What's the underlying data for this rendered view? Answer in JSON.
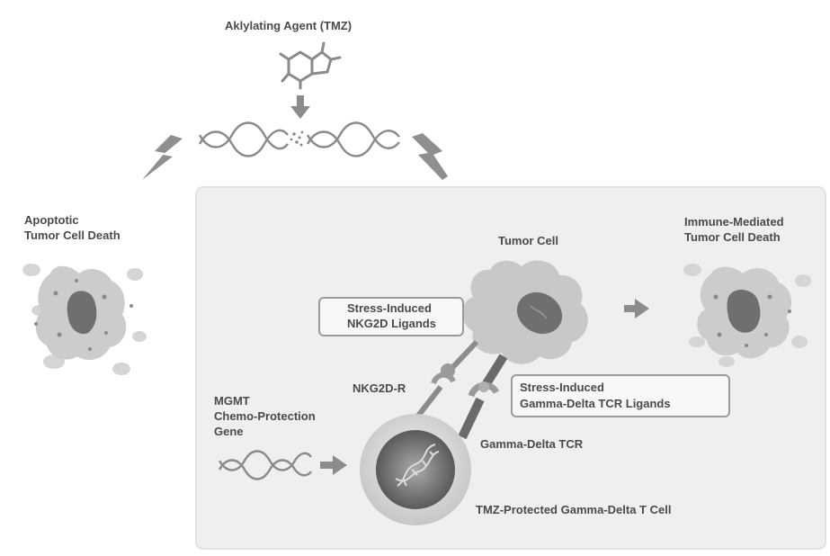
{
  "labels": {
    "agent": "Aklylating Agent (TMZ)",
    "apoptotic_line1": "Apoptotic",
    "apoptotic_line2": "Tumor Cell Death",
    "tumor_cell": "Tumor Cell",
    "immune_line1": "Immune-Mediated",
    "immune_line2": "Tumor Cell Death",
    "nkg2d_box_line1": "Stress-Induced",
    "nkg2d_box_line2": "NKG2D Ligands",
    "nkg2d_r": "NKG2D-R",
    "gd_box_line1": "Stress-Induced",
    "gd_box_line2": "Gamma-Delta TCR Ligands",
    "mgmt_line1": "MGMT",
    "mgmt_line2": "Chemo-Protection",
    "mgmt_line3": "Gene",
    "gd_tcr": "Gamma-Delta TCR",
    "t_cell": "TMZ-Protected Gamma-Delta T Cell"
  },
  "colors": {
    "panel": "#efefef",
    "text": "#4a4a4a",
    "cell": "#c9c9c9",
    "nucleus": "#7a7a7a",
    "arrow": "#8c8c8c"
  }
}
